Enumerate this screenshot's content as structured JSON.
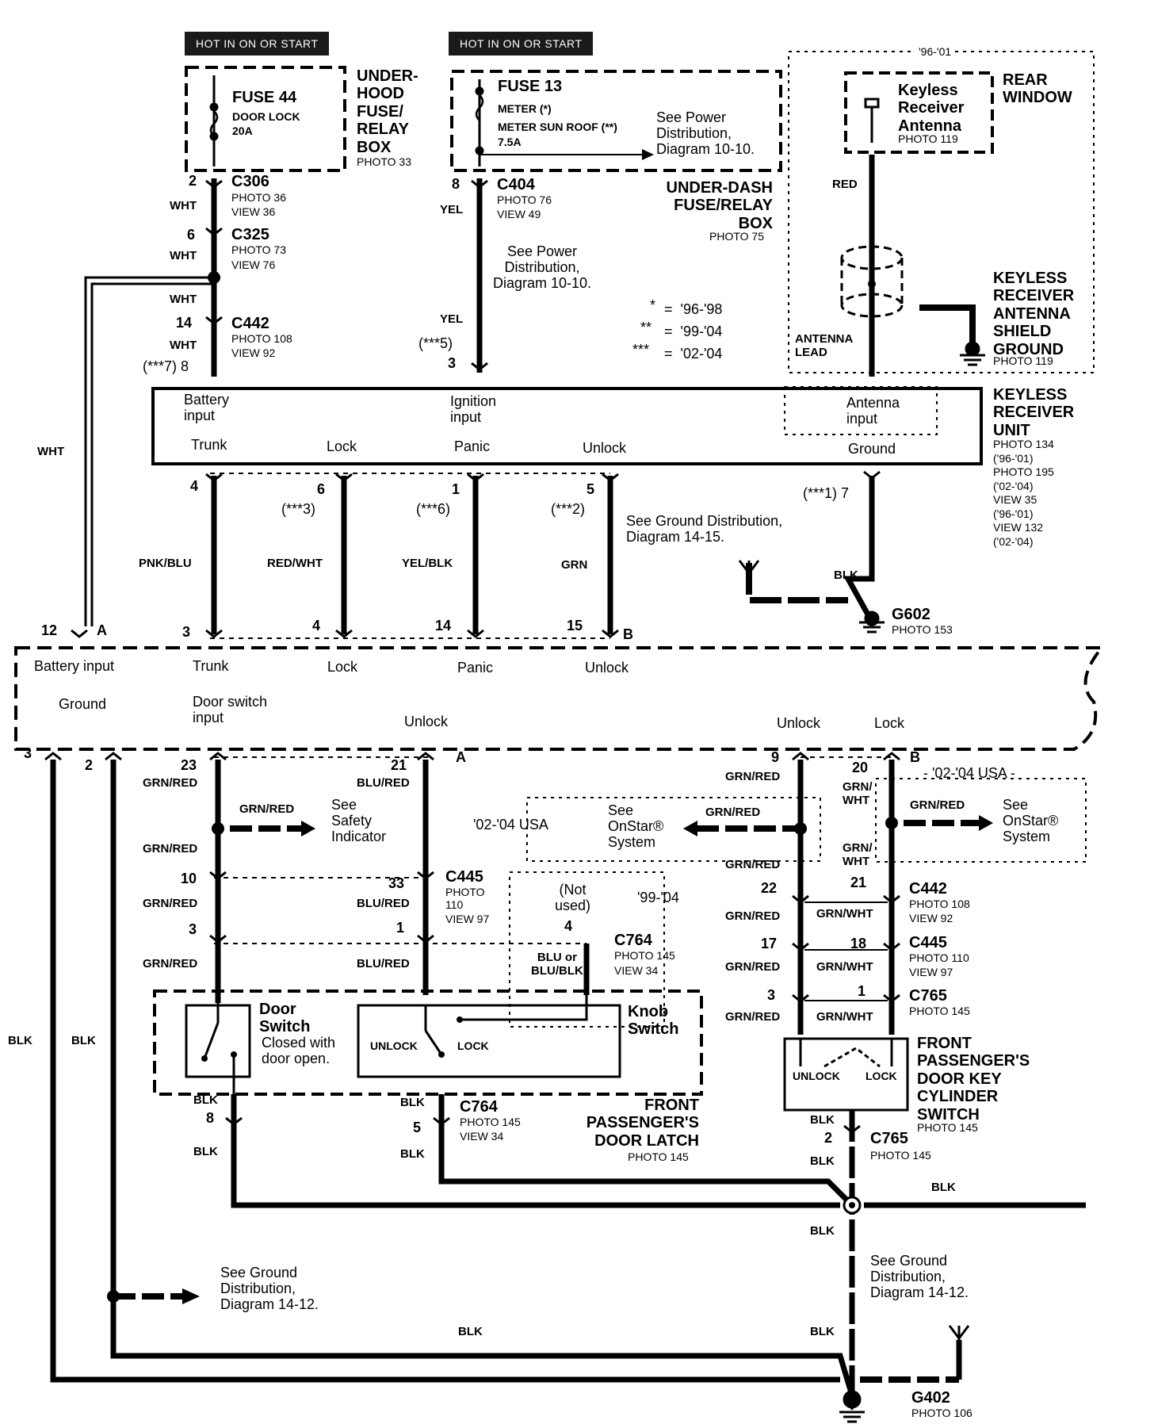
{
  "colors": {
    "ink": "#000000",
    "paper": "#ffffff"
  },
  "icons": [
    "ground-symbol-icon",
    "antenna-icon",
    "fuse-icon",
    "splice-dot-icon",
    "arrow-right-icon"
  ],
  "hot_label_1": "HOT IN ON OR START",
  "hot_label_2": "HOT IN ON OR START",
  "fuse44": {
    "name": "FUSE 44",
    "desc": "DOOR LOCK",
    "amps": "20A"
  },
  "underhood_box": {
    "title": "UNDER-\nHOOD\nFUSE/\nRELAY\nBOX",
    "photo": "PHOTO 33"
  },
  "fuse13": {
    "name": "FUSE 13",
    "line1": "METER (*)",
    "line2": "METER SUN ROOF (**)",
    "amps": "7.5A"
  },
  "see_power_top": "See Power\nDistribution,\nDiagram 10-10.",
  "underdash_box": {
    "title": "UNDER-DASH\nFUSE/RELAY\nBOX",
    "photo": "PHOTO 75"
  },
  "rear_window": {
    "years": "'96-'01",
    "title": "REAR\nWINDOW",
    "antenna": "Keyless\nReceiver\nAntenna",
    "photo": "PHOTO 119"
  },
  "c306": {
    "pin": "2",
    "name": "C306",
    "photo": "PHOTO 36",
    "view": "VIEW 36"
  },
  "c325": {
    "pin": "6",
    "name": "C325",
    "photo": "PHOTO 73",
    "view": "VIEW 76"
  },
  "c442a": {
    "pin": "14",
    "name": "C442",
    "photo": "PHOTO 108",
    "view": "VIEW 92",
    "pin2": "(***7) 8"
  },
  "c404": {
    "pin": "8",
    "name": "C404",
    "photo": "PHOTO 76",
    "view": "VIEW 49"
  },
  "see_power_mid": "See Power\nDistribution,\nDiagram 10-10.",
  "legend": {
    "k1": "*",
    "v1": "=  '96-'98",
    "k2": "**",
    "v2": "=  '99-'04",
    "k3": "***",
    "v3": "=  '02-'04"
  },
  "yel_pins": {
    "alt": "(***5)",
    "pin": "3"
  },
  "wires": {
    "wht": "WHT",
    "yel": "YEL",
    "red": "RED",
    "pnkblu": "PNK/BLU",
    "redwht": "RED/WHT",
    "yelblk": "YEL/BLK",
    "grn": "GRN",
    "blk": "BLK",
    "grnred": "GRN/RED",
    "blured": "BLU/RED",
    "grnwht": "GRN/WHT",
    "grnwht_split": "GRN/\nWHT",
    "bluorblk": "BLU or\nBLU/BLK"
  },
  "antenna_lead": "ANTENNA\nLEAD",
  "shield_ground": {
    "title": "KEYLESS\nRECEIVER\nANTENNA\nSHIELD\nGROUND",
    "photo": "PHOTO 119"
  },
  "receiver_unit": {
    "title": "KEYLESS\nRECEIVER\nUNIT",
    "photos": "PHOTO 134\n('96-'01)\nPHOTO 195\n('02-'04)\nVIEW 35\n('96-'01)\nVIEW 132\n('02-'04)",
    "battery": "Battery\ninput",
    "ignition": "Ignition\ninput",
    "antenna": "Antenna\ninput",
    "trunk": "Trunk",
    "lock": "Lock",
    "panic": "Panic",
    "unlock": "Unlock",
    "ground": "Ground"
  },
  "unit_pins": {
    "p4": "4",
    "p6": "6",
    "p6alt": "(***3)",
    "p1": "1",
    "p1alt": "(***6)",
    "p5": "5",
    "p5alt": "(***2)",
    "p7": "(***1) 7"
  },
  "see_ground_top": "See Ground Distribution,\nDiagram 14-15.",
  "g602": {
    "name": "G602",
    "photo": "PHOTO 153"
  },
  "module_pins": {
    "p12": "12",
    "a": "A",
    "p3": "3",
    "p4": "4",
    "p14": "14",
    "p15": "15",
    "b": "B"
  },
  "module": {
    "battery": "Battery input",
    "trunk": "Trunk",
    "lock": "Lock",
    "panic": "Panic",
    "unlock": "Unlock",
    "ground": "Ground",
    "door_switch": "Door switch\ninput",
    "unlock2": "Unlock",
    "unlock3": "Unlock",
    "lock2": "Lock"
  },
  "bottom_pins": {
    "p3": "3",
    "p2": "2",
    "p23": "23",
    "p21": "21",
    "a": "A",
    "p9": "9",
    "p20": "20",
    "b": "B"
  },
  "safety": "See\nSafety\nIndicator",
  "usa_left": "'02-'04 USA",
  "usa_right": "- '02-'04 USA -",
  "onstar": "See\nOnStar®\nSystem",
  "c445a": {
    "p10": "10",
    "p33": "33",
    "name": "C445",
    "photo": "PHOTO\n110",
    "view": "VIEW 97"
  },
  "not_used": "(Not\nused)",
  "yrs9904": "'99-'04",
  "c764a": {
    "pin": "4",
    "name": "C764",
    "photo": "PHOTO 145",
    "view": "VIEW 34"
  },
  "pins_3_1": {
    "p3": "3",
    "p1": "1"
  },
  "door_switch": {
    "title": "Door\nSwitch",
    "desc": "Closed with\ndoor open."
  },
  "knob_switch": {
    "title": "Knob\nSwitch",
    "unlock": "UNLOCK",
    "lock": "LOCK"
  },
  "c764b": {
    "p8": "8",
    "p5": "5",
    "name": "C764",
    "photo": "PHOTO 145",
    "view": "VIEW 34"
  },
  "door_latch": {
    "title": "FRONT\nPASSENGER'S\nDOOR LATCH",
    "photo": "PHOTO 145"
  },
  "right_pins": {
    "p22": "22",
    "p21": "21",
    "p17": "17",
    "p18": "18",
    "p3": "3",
    "p1": "1",
    "p2": "2"
  },
  "c442b": {
    "name": "C442",
    "photo": "PHOTO 108",
    "view": "VIEW 92"
  },
  "c445b": {
    "name": "C445",
    "photo": "PHOTO 110",
    "view": "VIEW 97"
  },
  "c765a": {
    "name": "C765",
    "photo": "PHOTO 145"
  },
  "key_cyl": {
    "title": "FRONT\nPASSENGER'S\nDOOR KEY\nCYLINDER\nSWITCH",
    "photo": "PHOTO 145",
    "unlock": "UNLOCK",
    "lock": "LOCK"
  },
  "c765b": {
    "name": "C765",
    "photo": "PHOTO 145"
  },
  "see_ground_left": "See Ground\nDistribution,\nDiagram 14-12.",
  "see_ground_right": "See Ground\nDistribution,\nDiagram 14-12.",
  "g402": {
    "name": "G402",
    "photo": "PHOTO 106"
  }
}
